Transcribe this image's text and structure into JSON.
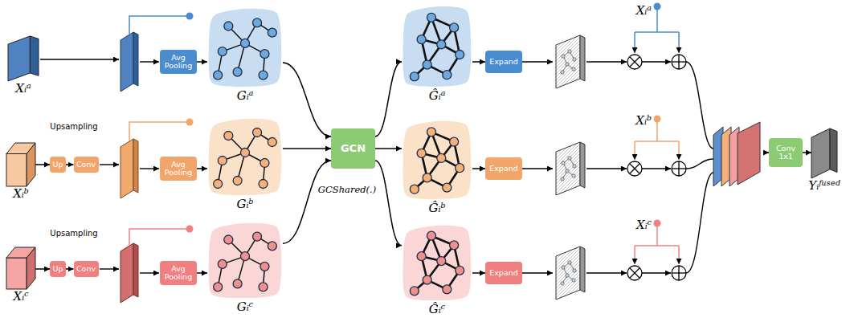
{
  "diagram": {
    "nodes": [
      {
        "text": [
          "Xᵢᵃ"
        ]
      },
      {
        "text": [
          "Xᵢᵇ"
        ]
      },
      {
        "text": [
          "Xᵢᶜ"
        ]
      },
      {
        "text": [
          "Up"
        ]
      },
      {
        "text": [
          "Conv"
        ]
      },
      {
        "text": [
          "Up"
        ]
      },
      {
        "text": [
          "Conv"
        ]
      },
      {
        "text": [
          "Avg Pooling"
        ]
      },
      {
        "text": [
          "Avg Pooling"
        ]
      },
      {
        "text": [
          "Avg Pooling"
        ]
      },
      {
        "text": [
          "Gᵢᵃ"
        ]
      },
      {
        "text": [
          "Gᵢᵇ"
        ]
      },
      {
        "text": [
          "Gᵢᶜ"
        ]
      },
      {
        "text": [
          "GCN"
        ]
      },
      {
        "text": [
          "Ĝᵢᵃ"
        ]
      },
      {
        "text": [
          "Ĝᵢᵇ"
        ]
      },
      {
        "text": [
          "Ĝᵢᶜ"
        ]
      },
      {
        "text": [
          "Expand"
        ]
      },
      {
        "text": [
          "Expand"
        ]
      },
      {
        "text": [
          "Expand"
        ]
      },
      {
        "text": [
          "Conv 1x1"
        ]
      },
      {
        "text": [
          "Yᵢᶠᵘˢᵉᵈ"
        ]
      }
    ],
    "edges": [
      {
        "from": 1,
        "to": 3,
        "arrow": "to"
      },
      {
        "from": 3,
        "to": 4,
        "arrow": "to"
      },
      {
        "from": 2,
        "to": 5,
        "arrow": "to"
      },
      {
        "from": 5,
        "to": 6,
        "arrow": "to"
      },
      {
        "from": 7,
        "to": 10,
        "arrow": "to"
      },
      {
        "from": 8,
        "to": 11,
        "arrow": "to"
      },
      {
        "from": 9,
        "to": 12,
        "arrow": "to"
      },
      {
        "from": 10,
        "to": 13,
        "arrow": "to"
      },
      {
        "from": 11,
        "to": 13,
        "arrow": "to"
      },
      {
        "from": 12,
        "to": 13,
        "arrow": "to"
      },
      {
        "from": 13,
        "to": 14,
        "arrow": "to"
      },
      {
        "from": 13,
        "to": 15,
        "arrow": "to"
      },
      {
        "from": 13,
        "to": 16,
        "arrow": "to"
      },
      {
        "from": 14,
        "to": 17,
        "arrow": "to"
      },
      {
        "from": 15,
        "to": 18,
        "arrow": "to"
      },
      {
        "from": 16,
        "to": 19,
        "arrow": "to"
      },
      {
        "from": 20,
        "to": 21,
        "arrow": "to"
      }
    ],
    "labels": [
      "Upsampling",
      "Upsampling",
      "GCShared(.)",
      "Xᵢᵃ",
      "Xᵢᵇ",
      "Xᵢᶜ"
    ]
  }
}
